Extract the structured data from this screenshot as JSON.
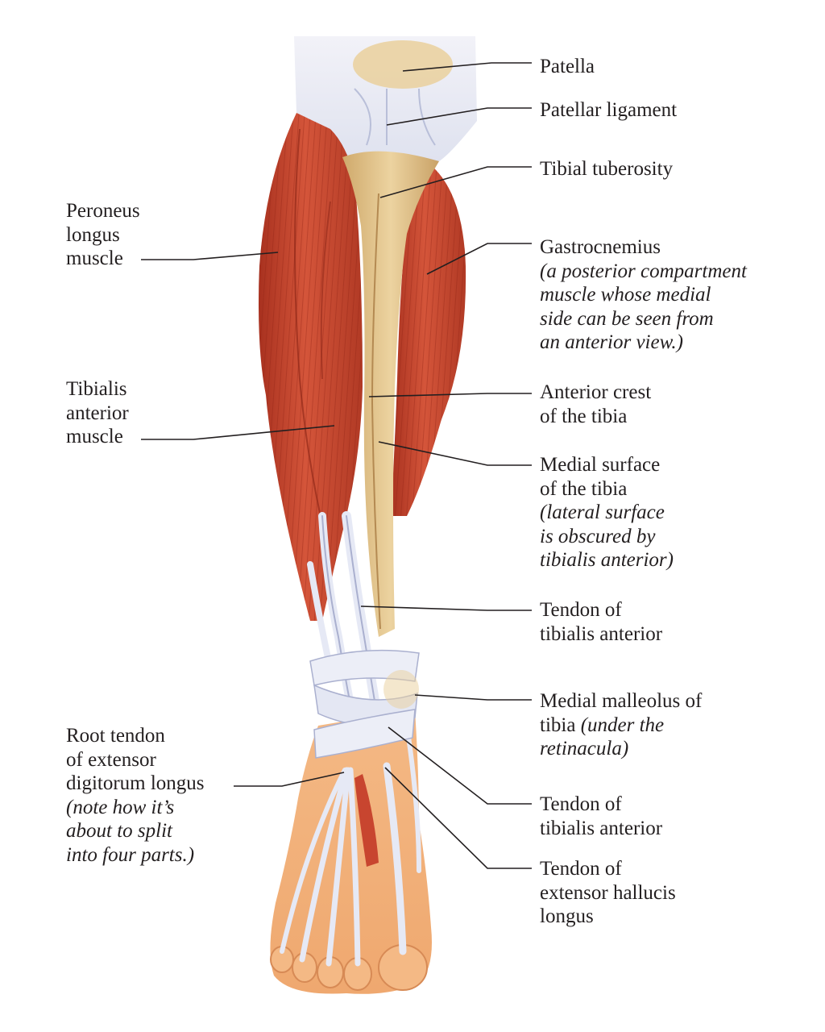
{
  "colors": {
    "muscle": "#c8452f",
    "muscle_dark": "#9e2a1c",
    "muscle_light": "#dc6a4e",
    "bone": "#e5c690",
    "bone_dark": "#c9a267",
    "tendon": "#e6e9f5",
    "tendon_shadow": "#aab0cf",
    "skin": "#f2b07a",
    "skin_dark": "#e0915a",
    "leader": "#231f20",
    "text": "#231f20"
  },
  "labels": {
    "patella": {
      "lines": [
        "Patella"
      ]
    },
    "patellar_ligament": {
      "lines": [
        "Patellar ligament"
      ]
    },
    "tibial_tuberosity": {
      "lines": [
        "Tibial tuberosity"
      ]
    },
    "gastrocnemius": {
      "lines": [
        "Gastrocnemius"
      ],
      "note": [
        "(a posterior compartment",
        "muscle whose medial",
        "side can be seen from",
        "an anterior view.)"
      ]
    },
    "anterior_crest": {
      "lines": [
        "Anterior crest",
        "of the tibia"
      ]
    },
    "medial_surface": {
      "lines": [
        "Medial surface",
        "of the tibia"
      ],
      "note": [
        "(lateral surface",
        "is obscured by",
        "tibialis anterior)"
      ]
    },
    "tendon_tibialis_upper": {
      "lines": [
        "Tendon of",
        "tibialis anterior"
      ]
    },
    "medial_malleolus": {
      "line1": "Medial malleolus of",
      "line2_plain": "tibia ",
      "line2_italic": "(under the",
      "line3_italic": "retinacula)"
    },
    "tendon_tibialis_lower": {
      "lines": [
        "Tendon of",
        "tibialis anterior"
      ]
    },
    "tendon_hallucis": {
      "lines": [
        "Tendon of",
        "extensor hallucis",
        "longus"
      ]
    },
    "peroneus_longus": {
      "lines": [
        "Peroneus",
        "longus",
        "muscle"
      ]
    },
    "tibialis_anterior_muscle": {
      "lines": [
        "Tibialis",
        "anterior",
        "muscle"
      ]
    },
    "root_tendon": {
      "lines": [
        "Root tendon",
        "of extensor",
        "digitorum longus"
      ],
      "note": [
        "(note how it’s",
        "about to split",
        "into four parts.)"
      ]
    }
  }
}
